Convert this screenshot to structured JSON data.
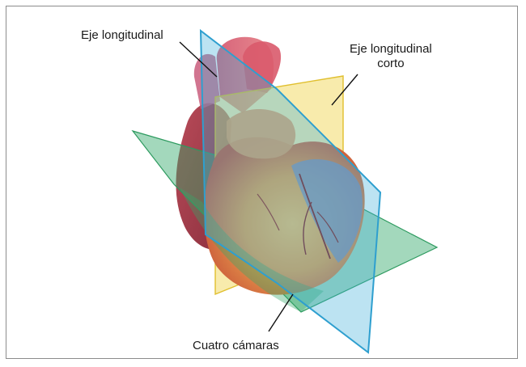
{
  "labels": {
    "long_axis": "Eje longitudinal",
    "short_axis_line1": "Eje longitudinal",
    "short_axis_line2": "corto",
    "four_chamber": "Cuatro cámaras"
  },
  "colors": {
    "long_axis_plane": "#3fb0d9",
    "short_axis_plane": "#f2d75a",
    "four_chamber_plane": "#34a86a",
    "frame": "#8c8c8c"
  }
}
